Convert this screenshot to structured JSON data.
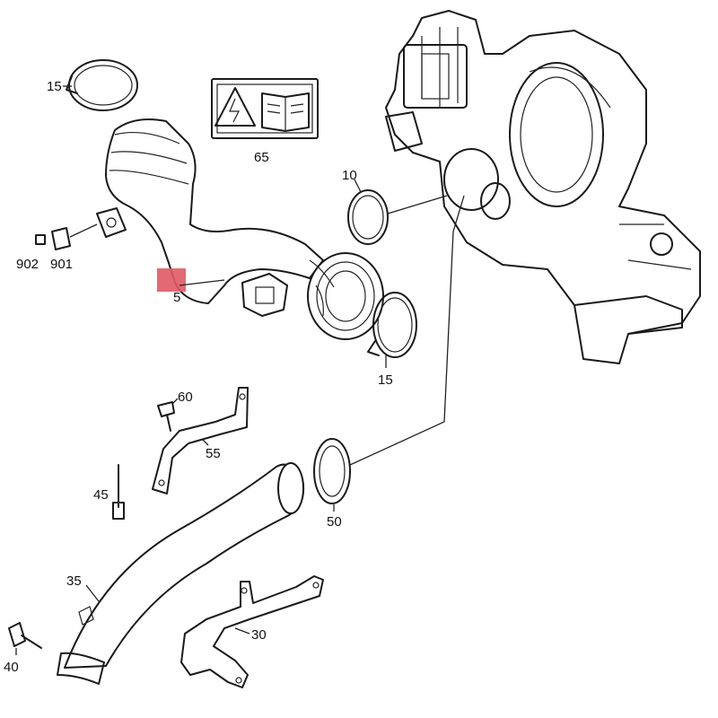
{
  "callouts": {
    "c15a": "15",
    "c65": "65",
    "c10": "10",
    "c902": "902",
    "c901": "901",
    "c5": "5",
    "c15b": "15",
    "c60": "60",
    "c55": "55",
    "c45": "45",
    "c50": "50",
    "c35": "35",
    "c30": "30",
    "c40": "40"
  },
  "colors": {
    "highlight": "#e05a66",
    "line": "#1a1a1a"
  },
  "icons": [
    "warning-high-voltage-icon",
    "manual-book-icon"
  ]
}
